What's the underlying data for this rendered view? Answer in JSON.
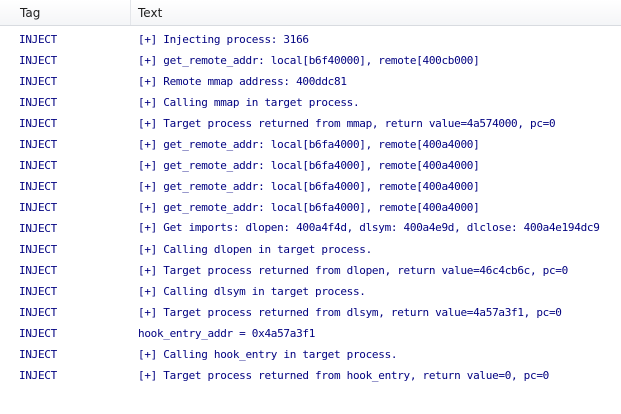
{
  "columns": {
    "tag": "Tag",
    "text": "Text"
  },
  "rows": [
    {
      "tag": "INJECT",
      "text": "[+] Injecting process: 3166"
    },
    {
      "tag": "INJECT",
      "text": "[+] get_remote_addr: local[b6f40000], remote[400cb000]"
    },
    {
      "tag": "INJECT",
      "text": "[+] Remote mmap address: 400ddc81"
    },
    {
      "tag": "INJECT",
      "text": "[+] Calling mmap in target process."
    },
    {
      "tag": "INJECT",
      "text": "[+] Target process returned from mmap, return value=4a574000, pc=0"
    },
    {
      "tag": "INJECT",
      "text": "[+] get_remote_addr: local[b6fa4000], remote[400a4000]"
    },
    {
      "tag": "INJECT",
      "text": "[+] get_remote_addr: local[b6fa4000], remote[400a4000]"
    },
    {
      "tag": "INJECT",
      "text": "[+] get_remote_addr: local[b6fa4000], remote[400a4000]"
    },
    {
      "tag": "INJECT",
      "text": "[+] get_remote_addr: local[b6fa4000], remote[400a4000]"
    },
    {
      "tag": "INJECT",
      "text": "[+] Get imports: dlopen: 400a4f4d, dlsym: 400a4e9d, dlclose: 400a4e194dc9"
    },
    {
      "tag": "INJECT",
      "text": "[+] Calling dlopen in target process."
    },
    {
      "tag": "INJECT",
      "text": "[+] Target process returned from dlopen, return value=46c4cb6c, pc=0"
    },
    {
      "tag": "INJECT",
      "text": "[+] Calling dlsym in target process."
    },
    {
      "tag": "INJECT",
      "text": "[+] Target process returned from dlsym, return value=4a57a3f1, pc=0"
    },
    {
      "tag": "INJECT",
      "text": "hook_entry_addr = 0x4a57a3f1"
    },
    {
      "tag": "INJECT",
      "text": "[+] Calling hook_entry in target process."
    },
    {
      "tag": "INJECT",
      "text": "[+] Target process returned from hook_entry, return value=0, pc=0"
    }
  ]
}
